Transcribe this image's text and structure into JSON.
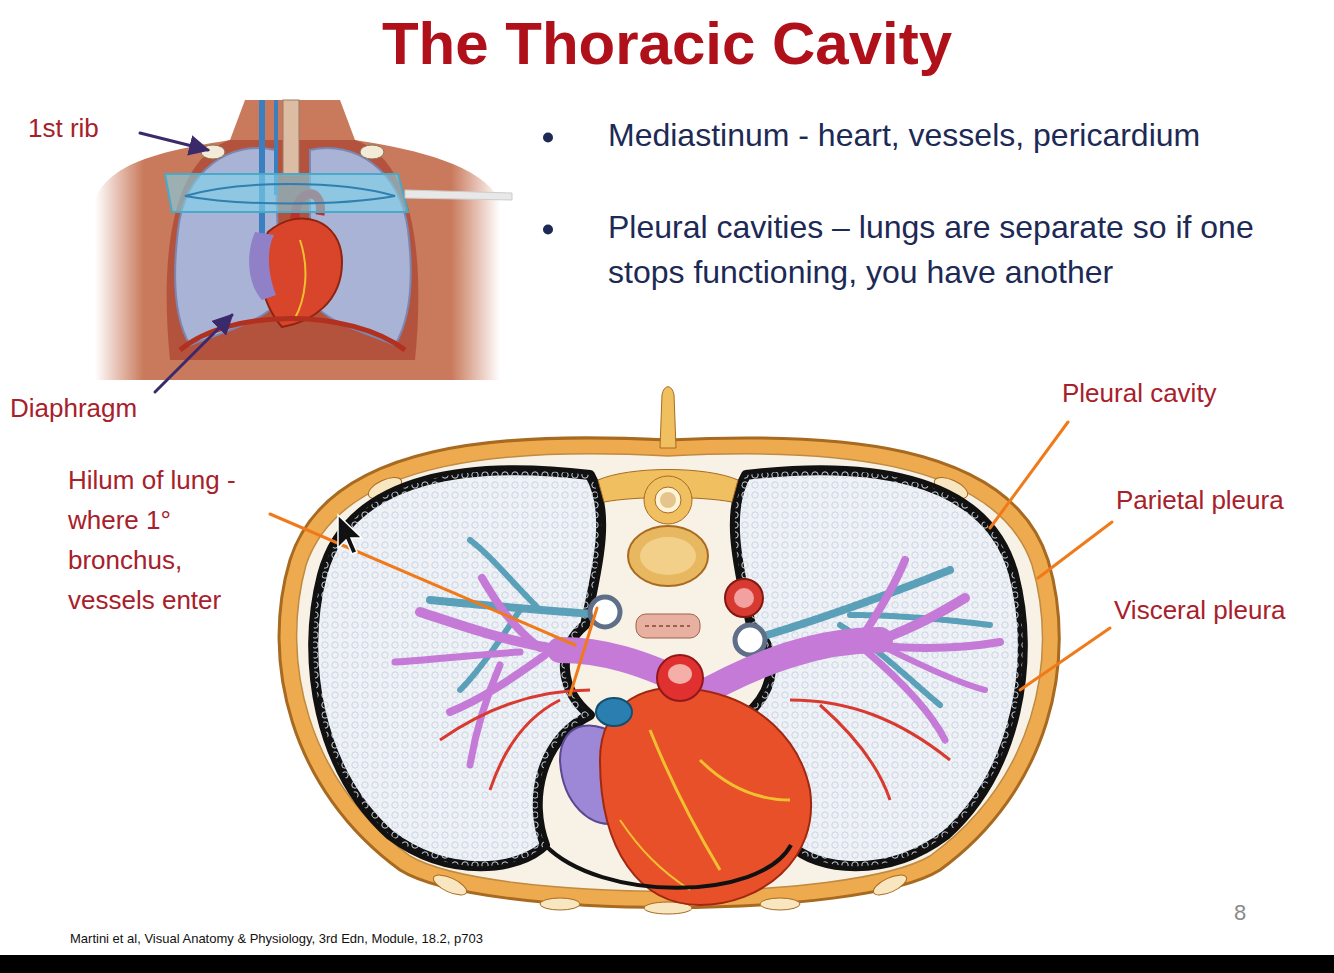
{
  "diagram": {
    "title": "The Thoracic Cavity",
    "caption": "Martini et al, Visual Anatomy & Physiology, 3rd Edn, Module, 18.2, p703",
    "labels": [
      "1st rib",
      "Diaphragm",
      "Mediastinum - heart, vessels, pericardium",
      "Pleural cavities – lungs are separate so if one stops functioning, you have another",
      "Hilum of lung - where 1° bronchus, vessels enter",
      "Pleural cavity",
      "Parietal pleura",
      "Visceral pleura",
      "8"
    ]
  }
}
